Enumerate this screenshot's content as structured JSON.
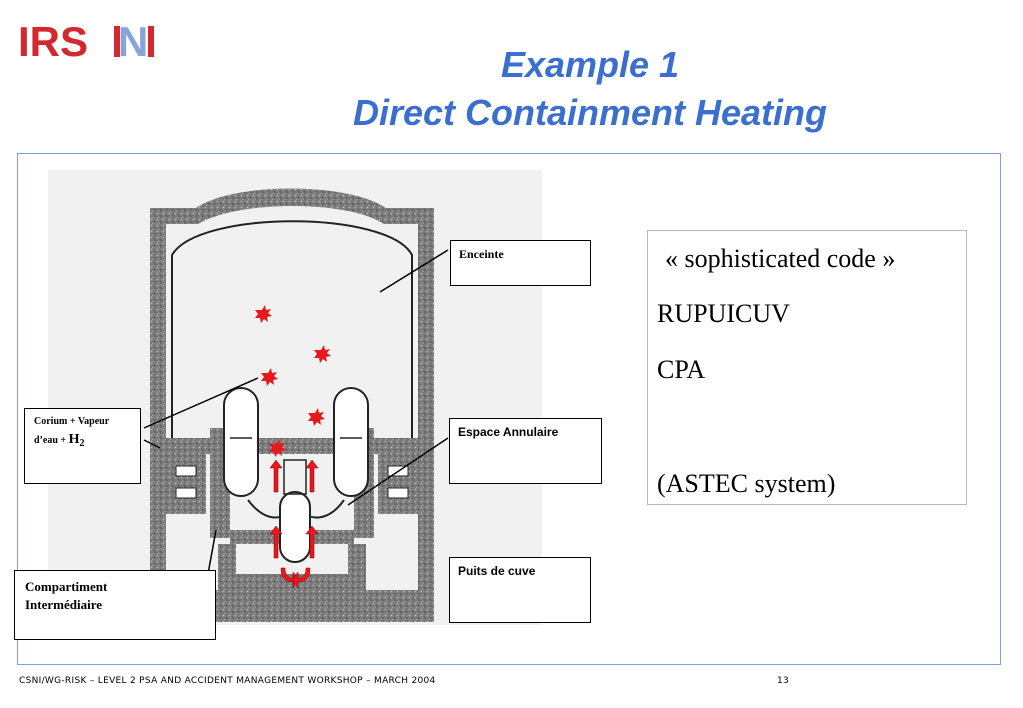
{
  "logo": {
    "text": "IRSN",
    "colors": {
      "irs": "#d3282f",
      "n": "#7a9bd3"
    }
  },
  "title": {
    "line1": "Example 1",
    "line2": "Direct Containment Heating"
  },
  "diagram": {
    "labels": {
      "enceinte": "Enceinte",
      "espace_annulaire": "Espace Annulaire",
      "puits_de_cuve": "Puits de cuve",
      "corium_line1": "Corium + Vapeur",
      "corium_line2_prefix": "d’eau + ",
      "corium_h": "H",
      "corium_sub": "2",
      "compartiment_line1": "Compartiment",
      "compartiment_line2": "Intermédiaire"
    },
    "colors": {
      "concrete": "#6e6e6e",
      "arrows": "#e8191d",
      "sparks": "#e8191d"
    }
  },
  "codes": {
    "line1": "« sophisticated code »",
    "line2": "RUPUICUV",
    "line3": "CPA",
    "line4": "(ASTEC system)"
  },
  "footer": {
    "text": "CSNI/WG-RISK – LEVEL 2 PSA AND ACCIDENT MANAGEMENT WORKSHOP – MARCH 2004",
    "page": "13"
  },
  "colors": {
    "title": "#3a6fd0",
    "frame": "#7f9fe0"
  }
}
